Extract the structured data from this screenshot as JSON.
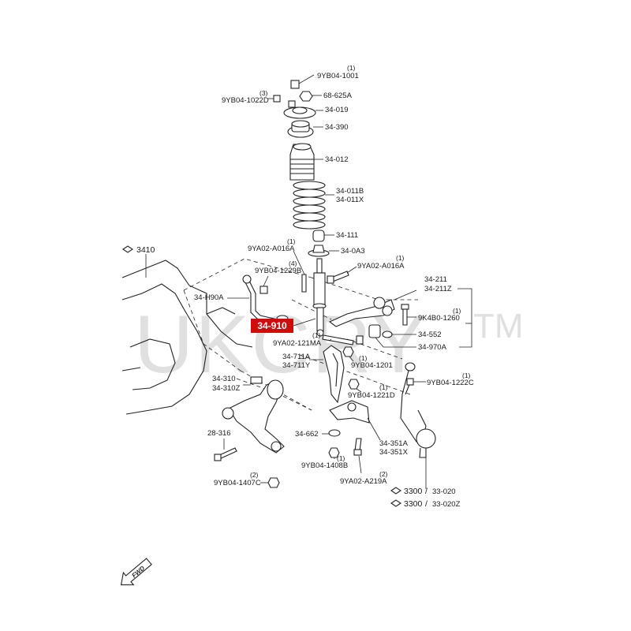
{
  "watermark": {
    "text": "UKCRY",
    "tm": "TM"
  },
  "highlight": {
    "label": "34-910",
    "color": "#d10a0a"
  },
  "refs": {
    "r3410": "3410",
    "r3300a": "3300",
    "r3300a_b": "33-020",
    "r3300b": "3300",
    "r3300b_b": "33-020Z"
  },
  "labels": {
    "p9yb04_1001": "9YB04-1001",
    "q9yb04_1001": "(1)",
    "p68_625a": "68-625A",
    "p9yb04_1022d": "9YB04-1022D",
    "q9yb04_1022d": "(3)",
    "p34_019": "34-019",
    "p34_390": "34-390",
    "p34_012": "34-012",
    "p34_011b": "34-011B",
    "p34_011x": "34-011X",
    "p34_111": "34-111",
    "p9ya02_a016a_l": "9YA02-A016A",
    "q9ya02_a016a_l": "(1)",
    "p34_0a3": "34-0A3",
    "p9ya02_a016a_r": "9YA02-A016A",
    "q9ya02_a016a_r": "(1)",
    "p9yb04_1229b": "9YB04-1229B",
    "q9yb04_1229b": "(4)",
    "p34_h90a": "34-H90A",
    "p34_211": "34-211",
    "p34_211z": "34-211Z",
    "p9k4b0_1260": "9K4B0-1260",
    "q9k4b0_1260": "(1)",
    "p34_552": "34-552",
    "p34_970a": "34-970A",
    "p9ya02_121ma": "9YA02-121MA",
    "q9ya02_121ma": "(1)",
    "p34_711a": "34-711A",
    "p34_711y": "34-711Y",
    "p9yb04_1201": "9YB04-1201",
    "q9yb04_1201": "(1)",
    "p9yb04_1222c": "9YB04-1222C",
    "q9yb04_1222c": "(1)",
    "p34_310": "34-310",
    "p34_310z": "34-310Z",
    "p9yb04_1221d": "9YB04-1221D",
    "q9yb04_1221d": "(1)",
    "p28_316": "28-316",
    "p34_662": "34-662",
    "p34_351a": "34-351A",
    "p34_351x": "34-351X",
    "p9yb04_1408b": "9YB04-1408B",
    "q9yb04_1408b": "(1)",
    "p9ya02_a219a": "9YA02-A219A",
    "q9ya02_a219a": "(2)",
    "p9yb04_1407c": "9YB04-1407C",
    "q9yb04_1407c": "(2)",
    "fwd": "FWD"
  }
}
